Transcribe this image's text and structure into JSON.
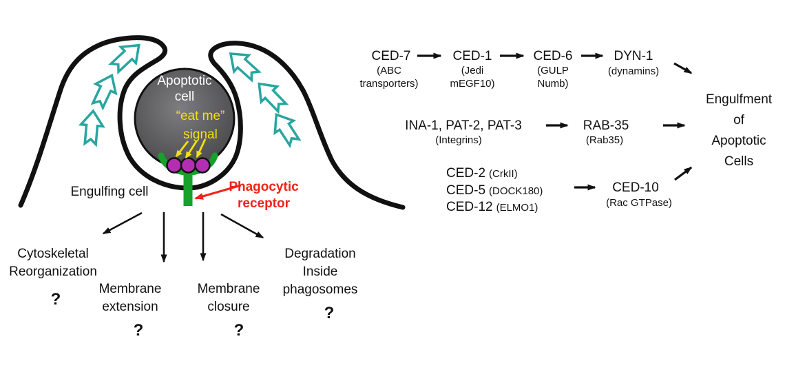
{
  "colors": {
    "teal_arrow": "#2aa5a0",
    "receptor_green": "#16a12a",
    "ligand_purple": "#b32eb3",
    "annotation_red": "#ee2418",
    "signal_yellow": "#f2e20a",
    "cell_gray_center": "#7d7d80",
    "cell_gray_edge": "#454548",
    "line_black": "#111111"
  },
  "illustration": {
    "apoptotic_cell_label": "Apoptotic\ncell",
    "eat_me_signal_label": "“eat me”\nsignal",
    "engulfing_cell_label": "Engulfing cell",
    "phagocytic_receptor_label": "Phagocytic\nreceptor",
    "processes": [
      {
        "label": "Cytoskeletal\nReorganization",
        "question_mark": "?"
      },
      {
        "label": "Membrane\nextension",
        "question_mark": "?"
      },
      {
        "label": "Membrane\nclosure",
        "question_mark": "?"
      },
      {
        "label": "Degradation\nInside\nphagosomes",
        "question_mark": "?"
      }
    ]
  },
  "pathways": {
    "row1": [
      {
        "name": "CED-7",
        "sub": "(ABC\ntransporters)"
      },
      {
        "name": "CED-1",
        "sub": "(Jedi\nmEGF10)"
      },
      {
        "name": "CED-6",
        "sub": "(GULP\nNumb)"
      },
      {
        "name": "DYN-1",
        "sub": "(dynamins)"
      }
    ],
    "row2": [
      {
        "name": "INA-1, PAT-2, PAT-3",
        "sub": "(Integrins)"
      },
      {
        "name": "RAB-35",
        "sub": "(Rab35)"
      }
    ],
    "row3": {
      "inputs": [
        {
          "main": "CED-2",
          "sub": "(CrkII)"
        },
        {
          "main": "CED-5",
          "sub": "(DOCK180)"
        },
        {
          "main": "CED-12",
          "sub": "(ELMO1)"
        }
      ],
      "output": {
        "name": "CED-10",
        "sub": "(Rac GTPase)"
      }
    },
    "outcome": "Engulfment\nof\nApoptotic\nCells"
  }
}
